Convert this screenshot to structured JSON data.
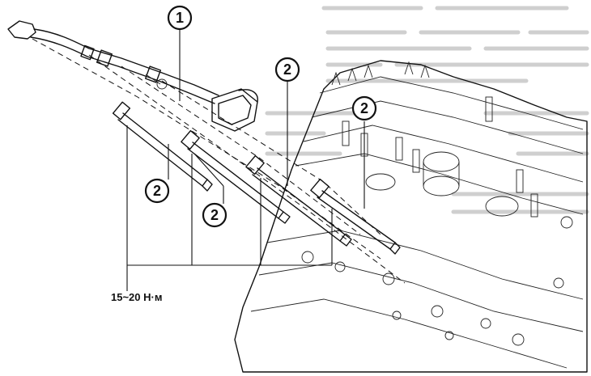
{
  "diagram": {
    "callouts": [
      {
        "id": "harness",
        "label": "1"
      },
      {
        "id": "plug-a",
        "label": "2"
      },
      {
        "id": "plug-b",
        "label": "2"
      },
      {
        "id": "plug-c",
        "label": "2"
      },
      {
        "id": "plug-d",
        "label": "2"
      }
    ],
    "torque_spec": "15~20 Н·м",
    "colors": {
      "line": "#111111",
      "background": "#ffffff",
      "background_text": "#cfcfcf"
    }
  }
}
